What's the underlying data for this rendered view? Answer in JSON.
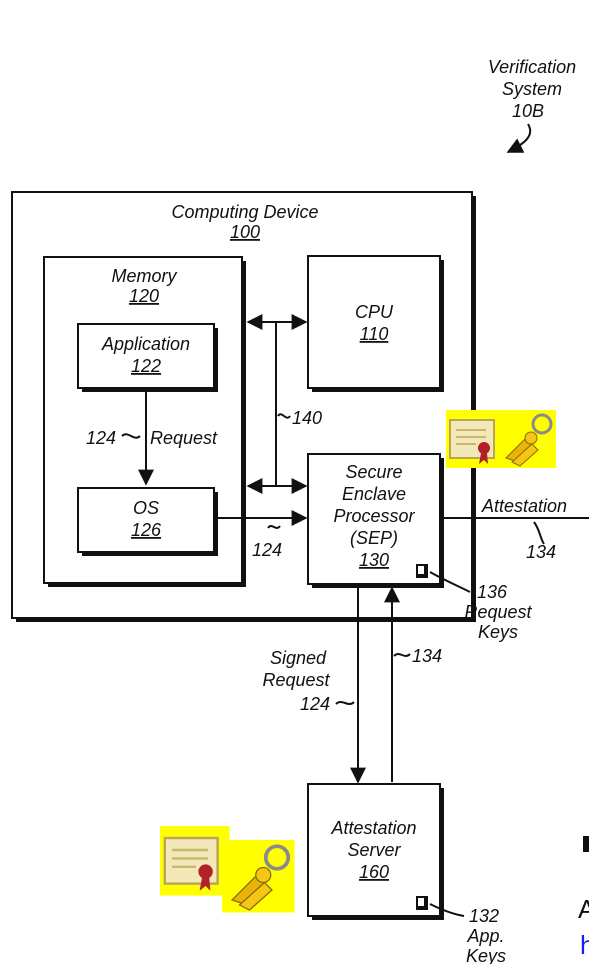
{
  "system": {
    "name_line1": "Verification",
    "name_line2": "System",
    "ref": "10B"
  },
  "computing_device": {
    "label": "Computing Device",
    "ref": "100"
  },
  "memory": {
    "label": "Memory",
    "ref": "120"
  },
  "application": {
    "label": "Application",
    "ref": "122"
  },
  "os": {
    "label": "OS",
    "ref": "126"
  },
  "cpu": {
    "label": "CPU",
    "ref": "110"
  },
  "sep": {
    "line1": "Secure",
    "line2": "Enclave",
    "line3": "Processor",
    "line4": "(SEP)",
    "ref": "130"
  },
  "bus_ref": "140",
  "request": {
    "ref": "124",
    "label": "Request"
  },
  "os_sep_ref": "124",
  "attestation": {
    "label": "Attestation",
    "ref": "134"
  },
  "request_keys": {
    "ref": "136",
    "line1": "Request",
    "line2": "Keys"
  },
  "signed_request": {
    "line1": "Signed",
    "line2": "Request",
    "ref": "124"
  },
  "return_ref": "134",
  "attestation_server": {
    "line1": "Attestation",
    "line2": "Server",
    "ref": "160"
  },
  "app_keys": {
    "ref": "132",
    "line1": "App.",
    "line2": "Keys"
  },
  "edge_fragments": {
    "line1": "A",
    "line2": "h"
  },
  "colors": {
    "link_fragment": "#1a1aff",
    "icon_bg": "#ffff00"
  },
  "icons": [
    "certificate-icon",
    "keys-icon"
  ]
}
